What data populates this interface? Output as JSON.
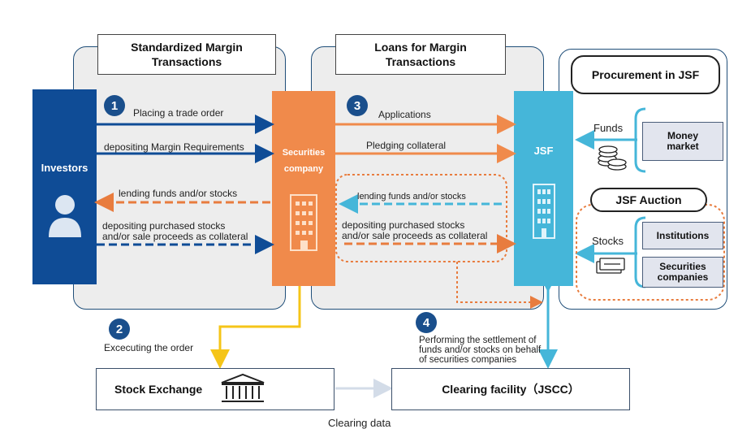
{
  "sections": {
    "standardized": "Standardized Margin\nTransactions",
    "loans": "Loans for Margin\nTransactions",
    "procurement": "Procurement in JSF",
    "auction": "JSF Auction"
  },
  "entities": {
    "investors": "Investors",
    "securities_company": "Securities\ncompany",
    "jsf": "JSF",
    "money_market": "Money\nmarket",
    "institutions": "Institutions",
    "securities_companies": "Securities\ncompanies",
    "stock_exchange": "Stock Exchange",
    "clearing_facility": "Clearing facility（JSCC）"
  },
  "steps": [
    "1",
    "2",
    "3",
    "4"
  ],
  "flows": {
    "placing_order": "Placing a trade order",
    "depositing_margin": "depositing Margin Requirements",
    "lending_funds_left": "lending funds and/or stocks",
    "depositing_purchased_left": "depositing purchased stocks\nand/or sale proceeds as collateral",
    "applications": "Applications",
    "pledging_collateral": "Pledging collateral",
    "lending_funds_right": "lending funds and/or stocks",
    "depositing_purchased_right": "depositing purchased stocks\nand/or sale proceeds as collateral",
    "funds": "Funds",
    "stocks": "Stocks",
    "executing": "Excecuting the order",
    "performing_settlement": "Performing  the settlement of\nfunds and/or stocks on behalf\nof securities companies",
    "clearing_data": "Clearing data"
  },
  "colors": {
    "navy": "#0f4c96",
    "orange": "#f08a4b",
    "cyan": "#45b6d9",
    "yellow": "#f5c518",
    "dashed_orange": "#e87c3e",
    "dashed_cyan": "#45b6d9",
    "dashed_navy": "#0f4c96"
  }
}
